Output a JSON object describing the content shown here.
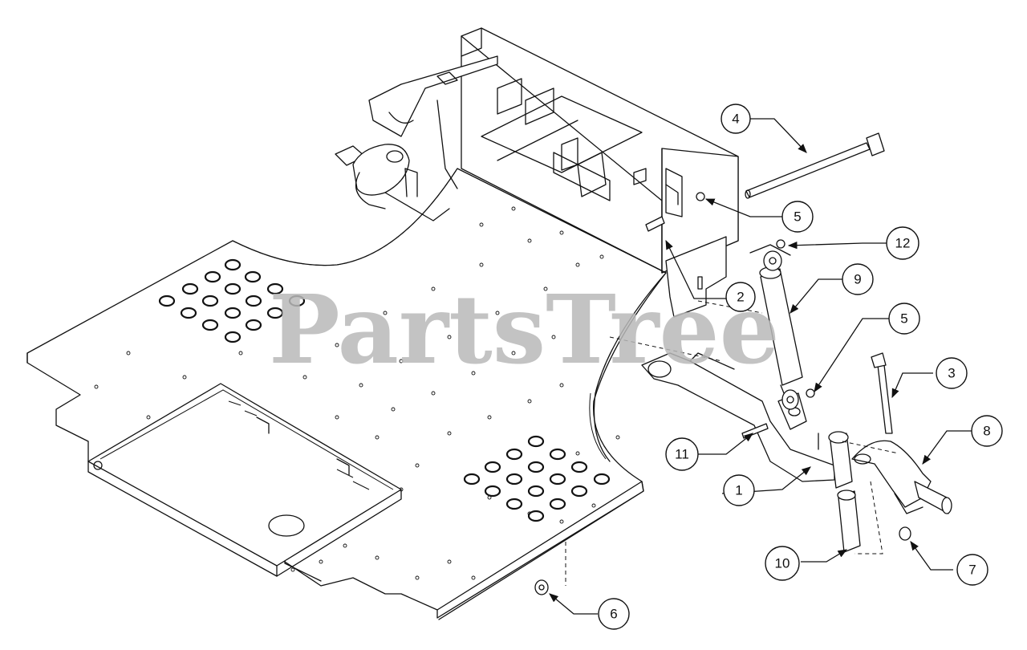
{
  "watermark": "PartsTree",
  "callouts": [
    {
      "id": "1",
      "label": "1"
    },
    {
      "id": "2",
      "label": "2"
    },
    {
      "id": "3",
      "label": "3"
    },
    {
      "id": "4",
      "label": "4"
    },
    {
      "id": "5a",
      "label": "5"
    },
    {
      "id": "5b",
      "label": "5"
    },
    {
      "id": "6",
      "label": "6"
    },
    {
      "id": "7",
      "label": "7"
    },
    {
      "id": "8",
      "label": "8"
    },
    {
      "id": "9",
      "label": "9"
    },
    {
      "id": "10",
      "label": "10"
    },
    {
      "id": "11",
      "label": "11"
    },
    {
      "id": "12",
      "label": "12"
    }
  ]
}
